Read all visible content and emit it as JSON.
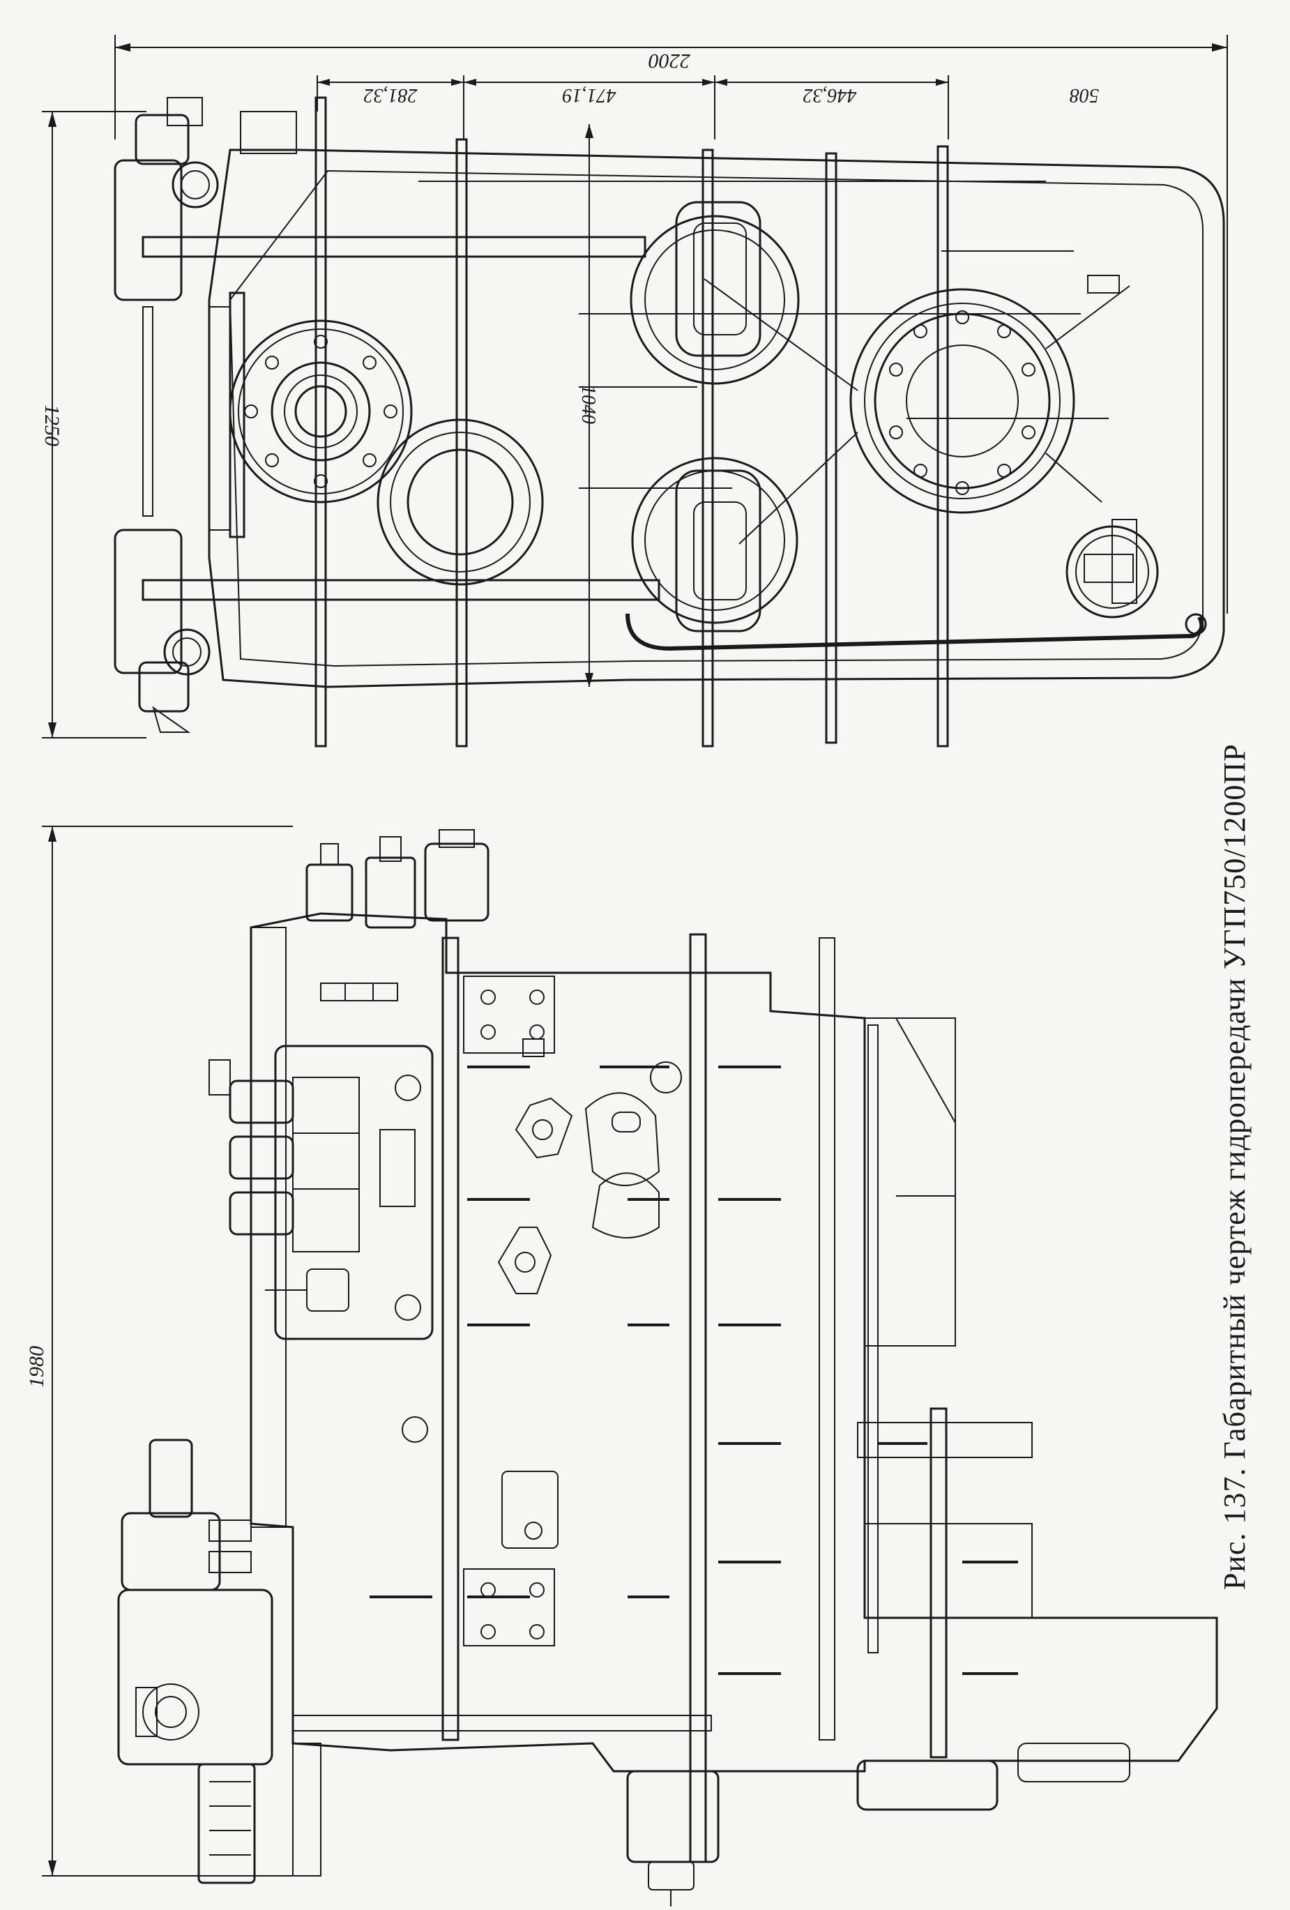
{
  "figure": {
    "caption": "Рис. 137. Габаритный чертеж гидропередачи УГП750/1200ПР"
  },
  "top_view": {
    "overall_length": "2200",
    "overall_width": "1250",
    "inner_width": "1040",
    "segments": [
      "281,32",
      "471,19",
      "446,32",
      "508"
    ]
  },
  "side_view": {
    "height": "1980"
  },
  "colors": {
    "line": "#1a1a1a",
    "paper": "#f7f6f2"
  }
}
